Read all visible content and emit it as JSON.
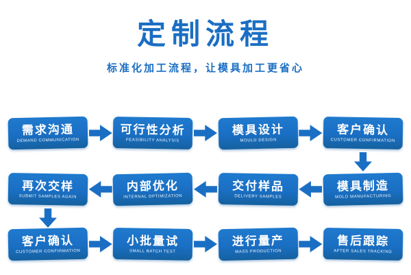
{
  "title": "定制流程",
  "subtitle": "标准化加工流程，让模具加工更省心",
  "colors": {
    "primary_blue": "#1a6fc4",
    "background": "#ffffff",
    "box_text": "#ffffff"
  },
  "rows": [
    {
      "direction": "right",
      "steps": [
        {
          "label": "需求沟通",
          "sublabel": "DEMAND COMMUNICATION"
        },
        {
          "label": "可行性分析",
          "sublabel": "FEASIBILITY ANALYSIS"
        },
        {
          "label": "模具设计",
          "sublabel": "MOULD DESIGN"
        },
        {
          "label": "客户确认",
          "sublabel": "CUSTOMER CONFIRMATION"
        }
      ]
    },
    {
      "direction": "left",
      "steps": [
        {
          "label": "再次交样",
          "sublabel": "SUBMIT SAMPLES AGAIN"
        },
        {
          "label": "内部优化",
          "sublabel": "INTERNAL OPTIMIZATION"
        },
        {
          "label": "交付样品",
          "sublabel": "DELIVERY SAMPLES"
        },
        {
          "label": "模具制造",
          "sublabel": "MOLD MANUFACTURING"
        }
      ]
    },
    {
      "direction": "right",
      "steps": [
        {
          "label": "客户确认",
          "sublabel": "CUSTOMER CONFIRMATION"
        },
        {
          "label": "小批量试",
          "sublabel": "SMALL BATCH TEST"
        },
        {
          "label": "进行量产",
          "sublabel": "MASS PRODUCTION"
        },
        {
          "label": "售后跟踪",
          "sublabel": "AFTER SALES TRACKING"
        }
      ]
    }
  ]
}
